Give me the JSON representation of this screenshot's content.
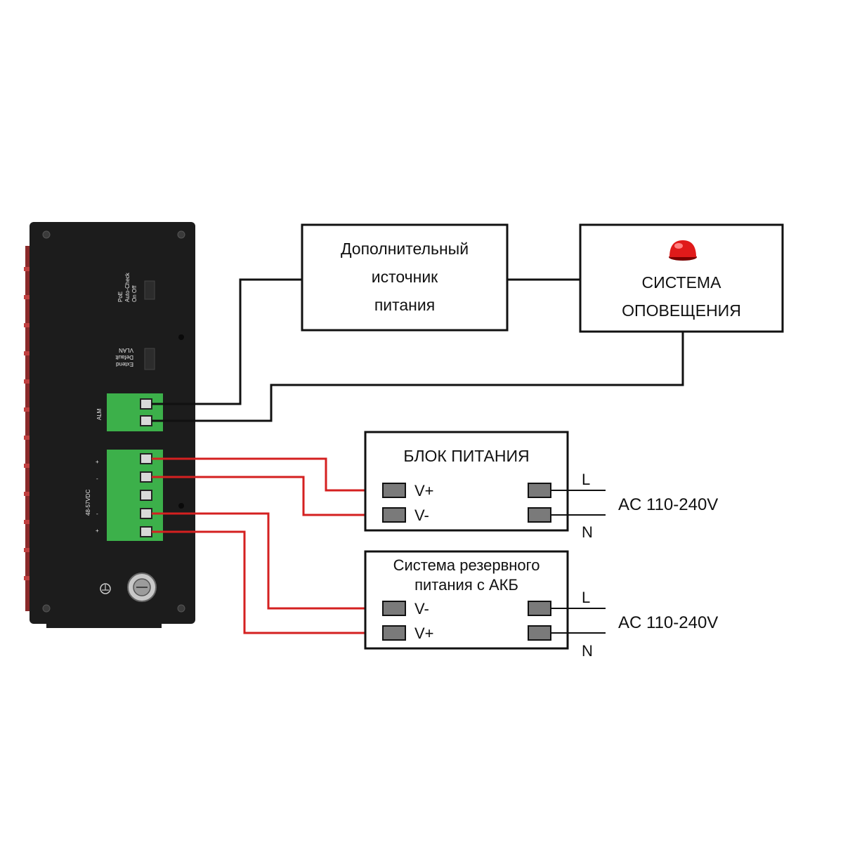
{
  "device": {
    "switch_labels": [
      "PoE",
      "Auto-Check",
      "On Off"
    ],
    "vlan_labels": [
      "VLAN",
      "Default",
      "Extend"
    ],
    "alm_label": "ALM",
    "power_label": "48-57VDC",
    "power_pins": [
      "+",
      "-",
      "-",
      "+"
    ]
  },
  "aux_power": {
    "lines": [
      "Дополнительный",
      "источник",
      "питания"
    ]
  },
  "alarm": {
    "lines": [
      "СИСТЕМА",
      "ОПОВЕЩЕНИЯ"
    ]
  },
  "psu": {
    "title": "БЛОК ПИТАНИЯ",
    "terminals": [
      "V+",
      "V-"
    ],
    "ac_label": "AC 110-240V",
    "l_label": "L",
    "n_label": "N"
  },
  "ups": {
    "title_lines": [
      "Система резервного",
      "питания с АКБ"
    ],
    "terminals": [
      "V-",
      "V+"
    ],
    "ac_label": "AC 110-240V",
    "l_label": "L",
    "n_label": "N"
  },
  "colors": {
    "device_body": "#1c1c1c",
    "terminal_green": "#3cb04a",
    "red_wire": "#d42020",
    "black_wire": "#111111",
    "terminal_grey": "#7a7a7a"
  }
}
